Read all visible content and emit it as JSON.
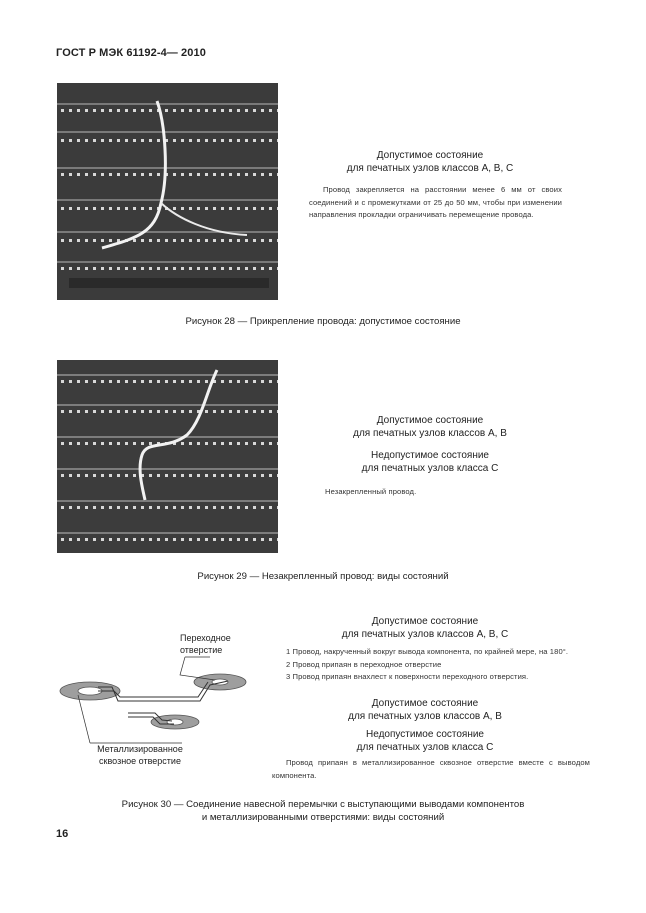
{
  "header": {
    "doc_id": "ГОСТ Р МЭК 61192-4— 2010"
  },
  "fig28": {
    "status": "Допустимое состояние",
    "classes": "для печатных узлов классов А, В, С",
    "text": "Провод закрепляется на расстоянии менее 6 мм от своих соединений и с промежутками от 25 до 50 мм, чтобы при изменении направления прокладки ограничивать перемещение провода.",
    "caption": "Рисунок 28 — Прикрепление провода: допустимое состояние"
  },
  "fig29": {
    "ok_status": "Допустимое состояние",
    "ok_classes": "для печатных узлов классов А, В",
    "bad_status": "Недопустимое состояние",
    "bad_classes": "для печатных узлов класса С",
    "text": "Незакрепленный провод.",
    "caption": "Рисунок 29 — Незакрепленный провод: виды состояний"
  },
  "fig30": {
    "label_via": "Переходное\nотверстие",
    "label_plated": "Металлизированное\nсквозное отверстие",
    "ok1_status": "Допустимое состояние",
    "ok1_classes": "для печатных узлов классов А, В, С",
    "item1": "1 Провод, накрученный вокруг вывода компонента, по крайней мере, на 180°.",
    "item2": "2 Провод припаян в переходное отверстие",
    "item3": "3 Провод припаян внахлест к поверхности переходного отверстия.",
    "ok2_status": "Допустимое состояние",
    "ok2_classes": "для печатных узлов классов А, В",
    "bad_status": "Недопустимое состояние",
    "bad_classes": "для печатных узлов класса С",
    "text": "Провод припаян в металлизированное сквозное отверстие вместе с выводом компонента.",
    "caption_line1": "Рисунок 30 — Соединение навесной перемычки с выступающими выводами компонентов",
    "caption_line2": "и металлизированными отверстиями: виды состояний"
  },
  "footer": {
    "page_number": "16"
  }
}
